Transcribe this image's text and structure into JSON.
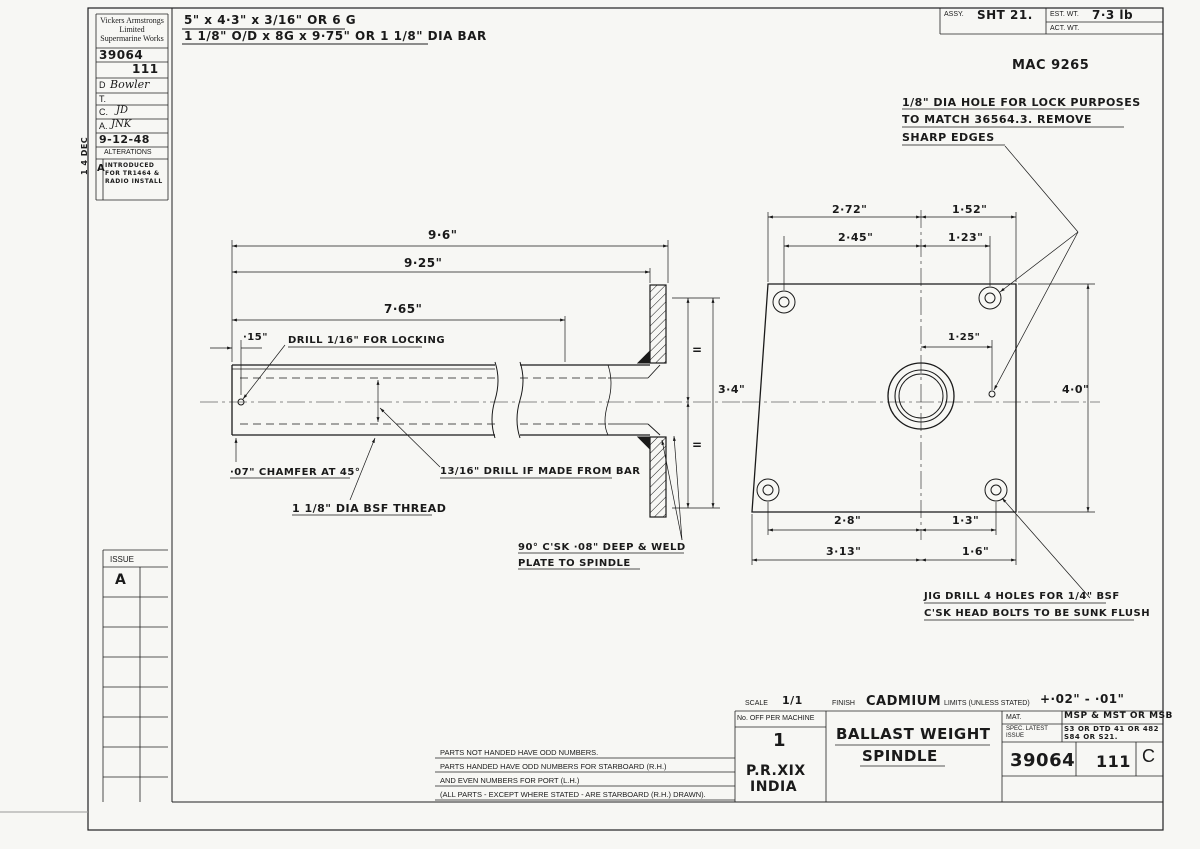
{
  "left_block": {
    "company_line1": "Vickers Armstrongs",
    "company_line2": "Limited",
    "company_line3": "Supermarine Works",
    "drawing_no": "39064",
    "sheet_no": "111",
    "d_label": "D",
    "d_sig": "Bowler",
    "t_label": "T.",
    "c_label": "C.",
    "c_sig": "JD",
    "a_label": "A.",
    "a_sig": "JNK",
    "date": "9-12-48",
    "alterations_label": "ALTERATIONS",
    "alt_letter": "A",
    "alt_text": "INTRODUCED FOR TR1464 & RADIO INSTALL",
    "stamp": "1 4 DEC",
    "issue_label": "ISSUE",
    "issue_value": "A"
  },
  "header": {
    "material_line1": "5\" x 4·3\" x 3/16\" OR 6 G",
    "material_line2": "1 1/8\" O/D x 8G x 9·75\" OR 1 1/8\" DIA BAR",
    "assy_label": "ASSY.",
    "assy_value": "SHT 21.",
    "est_wt_label": "EST. WT.",
    "est_wt_value": "7·3 lb",
    "act_wt_label": "ACT. WT.",
    "mac": "MAC 9265"
  },
  "annotations": {
    "lock_note1": "1/8\" DIA HOLE FOR LOCK PURPOSES",
    "lock_note2": "TO MATCH 36564.3. REMOVE",
    "lock_note3": "SHARP EDGES",
    "drill_locking": "DRILL 1/16\" FOR LOCKING",
    "chamfer": "·07\" CHAMFER AT 45°",
    "drill_bar": "13/16\" DRILL IF MADE FROM BAR",
    "thread": "1 1/8\" DIA BSF THREAD",
    "csk_weld1": "90° C'SK ·08\" DEEP & WELD",
    "csk_weld2": "PLATE TO SPINDLE",
    "jig_drill1": "JIG DRILL 4 HOLES FOR 1/4\" BSF",
    "jig_drill2": "C'SK HEAD BOLTS TO BE SUNK FLUSH"
  },
  "dims": {
    "d_9_6": "9·6\"",
    "d_9_25": "9·25\"",
    "d_7_65": "7·65\"",
    "d_15": "·15\"",
    "d_3_4": "3·4\"",
    "d_2_72": "2·72\"",
    "d_1_52": "1·52\"",
    "d_2_45": "2·45\"",
    "d_1_23": "1·23\"",
    "d_1_25": "1·25\"",
    "d_4_0": "4·0\"",
    "d_2_8": "2·8\"",
    "d_1_3": "1·3\"",
    "d_3_13": "3·13\"",
    "d_1_6": "1·6\"",
    "eq": "="
  },
  "title_block": {
    "scale_label": "SCALE",
    "scale_value": "1/1",
    "finish_label": "FINISH",
    "finish_value": "CADMIUM",
    "limits_label": "LIMITS (UNLESS STATED)",
    "limits_value": "+·02\" - ·01\"",
    "off_label": "No. OFF PER MACHINE",
    "off_value": "1",
    "mat_label": "MAT.",
    "mat_value": "MSP & MST OR MSB",
    "spec_label": "SPEC. LATEST ISSUE",
    "spec_value": "S3 OR DTD 41 OR 482 S84 OR S21.",
    "title1": "BALLAST WEIGHT",
    "title2": "SPINDLE",
    "drawing_no": "39064",
    "sheet_no": "111",
    "issue": "C",
    "aircraft1": "P.R.XIX",
    "aircraft2": "INDIA",
    "note1": "PARTS NOT HANDED HAVE ODD NUMBERS.",
    "note2": "PARTS HANDED HAVE ODD NUMBERS FOR STARBOARD (R.H.)",
    "note3": "AND EVEN NUMBERS FOR PORT (L.H.)",
    "note4": "(ALL PARTS - EXCEPT WHERE STATED - ARE STARBOARD (R.H.) DRAWN)."
  }
}
